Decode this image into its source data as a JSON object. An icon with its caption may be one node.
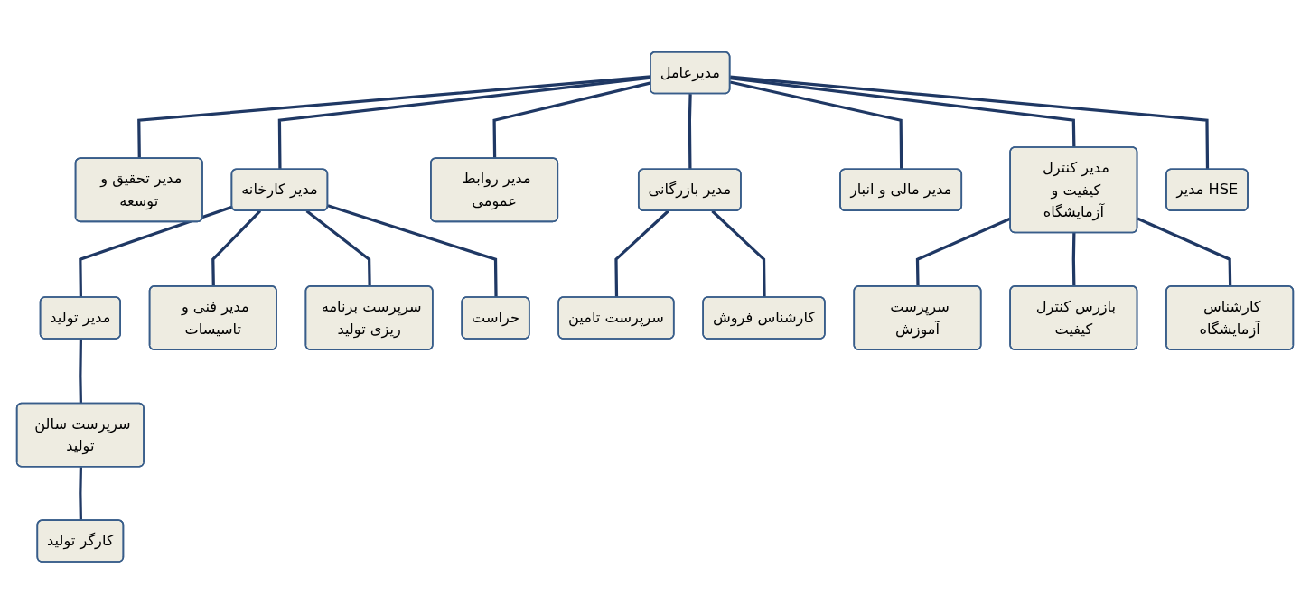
{
  "diagram": {
    "nodes": [
      {
        "text": [
          "مدیرعامل"
        ]
      },
      {
        "text": [
          "مدیر تحقیق و توسعه"
        ]
      },
      {
        "text": [
          "مدیر کارخانه"
        ]
      },
      {
        "text": [
          "مدیر روابط عمومی"
        ]
      },
      {
        "text": [
          "مدیر بازرگانی"
        ]
      },
      {
        "text": [
          "مدیر مالی و انبار"
        ]
      },
      {
        "text": [
          "مدیر کنترل کیفیت و آزمایشگاه"
        ]
      },
      {
        "text": [
          "مدیر HSE"
        ]
      },
      {
        "text": [
          "مدیر تولید"
        ]
      },
      {
        "text": [
          "مدیر فنی و تاسیسات"
        ]
      },
      {
        "text": [
          "سرپرست برنامه ریزی تولید"
        ]
      },
      {
        "text": [
          "حراست"
        ]
      },
      {
        "text": [
          "سرپرست تامین"
        ]
      },
      {
        "text": [
          "کارشناس فروش"
        ]
      },
      {
        "text": [
          "سرپرست آموزش"
        ]
      },
      {
        "text": [
          "بازرس کنترل کیفیت"
        ]
      },
      {
        "text": [
          "کارشناس آزمایشگاه"
        ]
      },
      {
        "text": [
          "سرپرست سالن تولید"
        ]
      },
      {
        "text": [
          "کارگر تولید"
        ]
      }
    ],
    "edges": [
      {
        "from": 0,
        "to": 1,
        "arrow": "none"
      },
      {
        "from": 0,
        "to": 2,
        "arrow": "none"
      },
      {
        "from": 0,
        "to": 3,
        "arrow": "none"
      },
      {
        "from": 0,
        "to": 4,
        "arrow": "none"
      },
      {
        "from": 0,
        "to": 5,
        "arrow": "none"
      },
      {
        "from": 0,
        "to": 6,
        "arrow": "none"
      },
      {
        "from": 0,
        "to": 7,
        "arrow": "none"
      },
      {
        "from": 2,
        "to": 8,
        "arrow": "none"
      },
      {
        "from": 2,
        "to": 9,
        "arrow": "none"
      },
      {
        "from": 2,
        "to": 10,
        "arrow": "none"
      },
      {
        "from": 2,
        "to": 11,
        "arrow": "none"
      },
      {
        "from": 4,
        "to": 12,
        "arrow": "none"
      },
      {
        "from": 4,
        "to": 13,
        "arrow": "none"
      },
      {
        "from": 6,
        "to": 14,
        "arrow": "none"
      },
      {
        "from": 6,
        "to": 15,
        "arrow": "none"
      },
      {
        "from": 6,
        "to": 16,
        "arrow": "none"
      },
      {
        "from": 8,
        "to": 17,
        "arrow": "none"
      },
      {
        "from": 17,
        "to": 18,
        "arrow": "none"
      }
    ]
  }
}
